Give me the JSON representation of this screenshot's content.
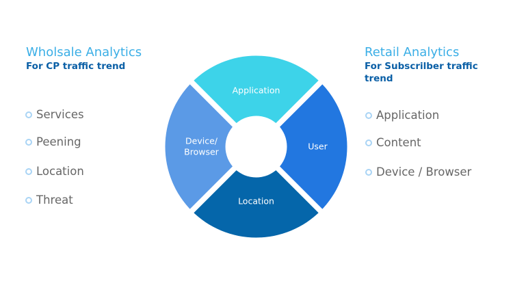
{
  "left": {
    "title": "Wholsale Analytics",
    "subtitle": "For CP traffic trend",
    "items": [
      "Services",
      "Peening",
      "Location",
      "Threat"
    ]
  },
  "right": {
    "title": "Retail Analytics",
    "subtitle": "For Subscrilber traffic trend",
    "items": [
      "Application",
      "Content",
      "Device / Browser"
    ]
  },
  "wheel": {
    "segments": [
      {
        "label": "Application",
        "lines": [
          "Application"
        ],
        "color": "#3dd3e9"
      },
      {
        "label": "User",
        "lines": [
          "User"
        ],
        "color": "#2277e0"
      },
      {
        "label": "Location",
        "lines": [
          "Location"
        ],
        "color": "#0566aa"
      },
      {
        "label": "Device/ Browser",
        "lines": [
          "Device/",
          "Browser"
        ],
        "color": "#5b9ae6"
      }
    ]
  }
}
